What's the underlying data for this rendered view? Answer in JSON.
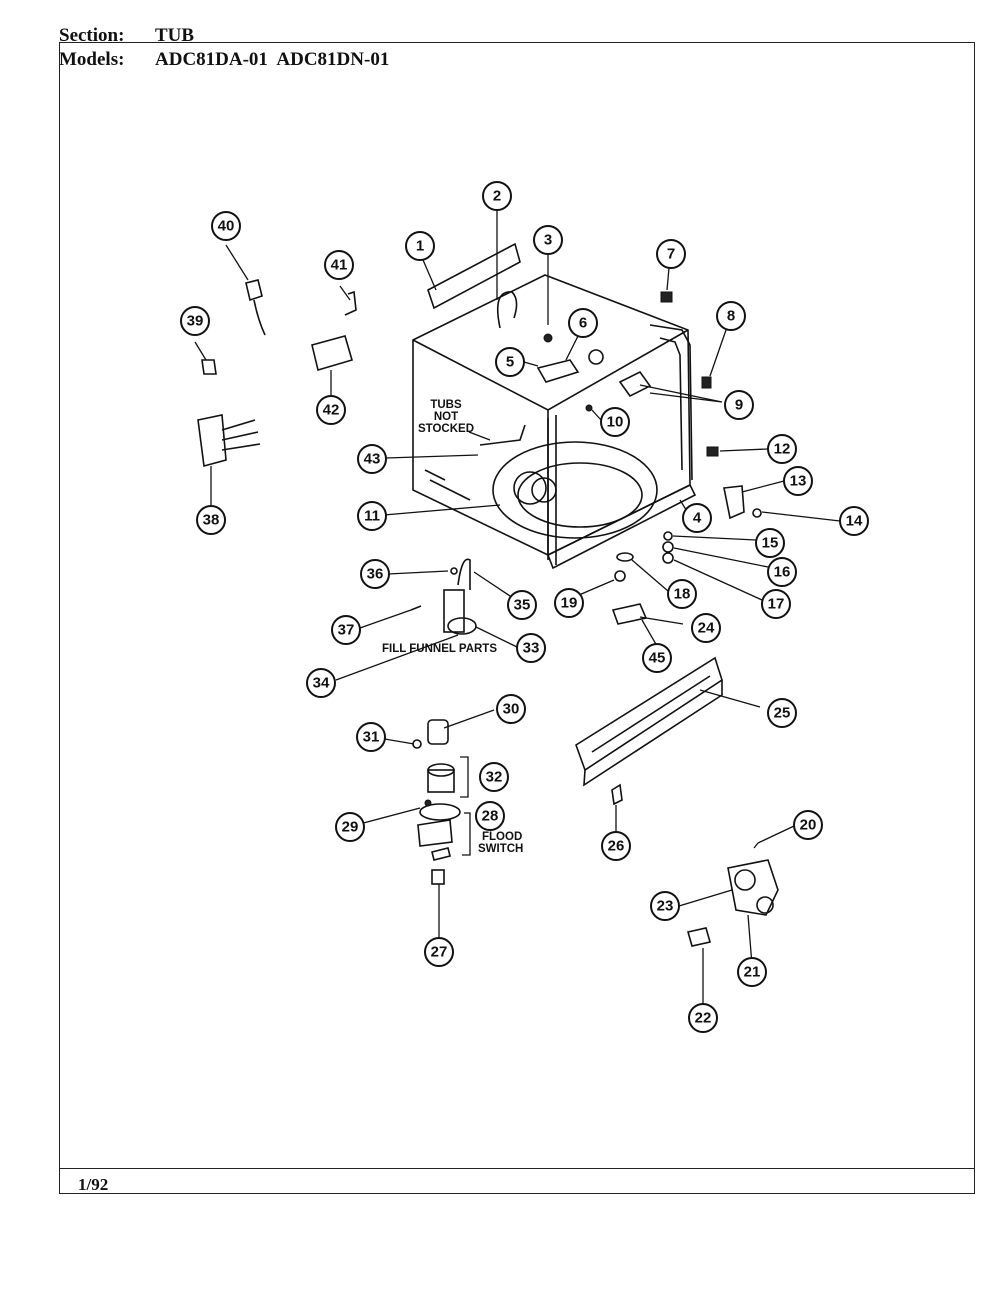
{
  "header": {
    "section_label": "Section:",
    "section_value": "TUB",
    "models_label": "Models:",
    "models_value": "ADC81DA-01  ADC81DN-01"
  },
  "footer": {
    "date": "1/92"
  },
  "annotations": {
    "tubs_not_stocked": [
      "TUBS",
      "NOT",
      "STOCKED"
    ],
    "fill_funnel_parts": "FILL FUNNEL PARTS",
    "flood_switch": [
      "FLOOD",
      "SWITCH"
    ]
  },
  "callouts": [
    "1",
    "2",
    "3",
    "4",
    "5",
    "6",
    "7",
    "8",
    "9",
    "10",
    "11",
    "12",
    "13",
    "14",
    "15",
    "16",
    "17",
    "18",
    "19",
    "20",
    "21",
    "22",
    "23",
    "24",
    "25",
    "26",
    "27",
    "28",
    "29",
    "30",
    "31",
    "32",
    "33",
    "34",
    "35",
    "36",
    "37",
    "38",
    "39",
    "40",
    "41",
    "42",
    "43",
    "45"
  ]
}
